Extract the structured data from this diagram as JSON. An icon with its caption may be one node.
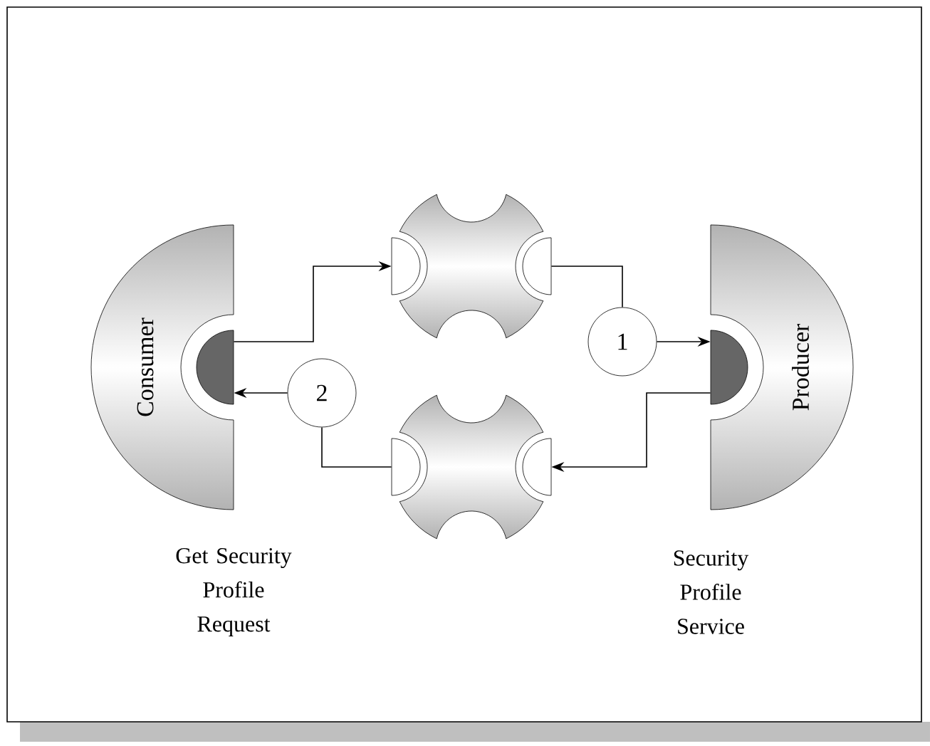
{
  "diagram": {
    "nodes": [
      {
        "text": [
          "Consumer"
        ],
        "beside": [
          "Get Security Profile Request"
        ]
      },
      {
        "text": [
          "Producer"
        ],
        "beside": [
          "Security Profile Service"
        ]
      },
      {
        "text": [],
        "shape": "cross"
      },
      {
        "text": [],
        "shape": "cross"
      },
      {
        "text": [
          "1"
        ]
      },
      {
        "text": [
          "2"
        ]
      }
    ],
    "edges": [
      {
        "from": 0,
        "to": 2,
        "arrow": "to"
      },
      {
        "from": 2,
        "to": 4,
        "arrow": "none"
      },
      {
        "from": 4,
        "to": 1,
        "arrow": "to"
      },
      {
        "from": 1,
        "to": 3,
        "arrow": "to"
      },
      {
        "from": 3,
        "to": 5,
        "arrow": "none"
      },
      {
        "from": 5,
        "to": 0,
        "arrow": "to"
      }
    ]
  }
}
